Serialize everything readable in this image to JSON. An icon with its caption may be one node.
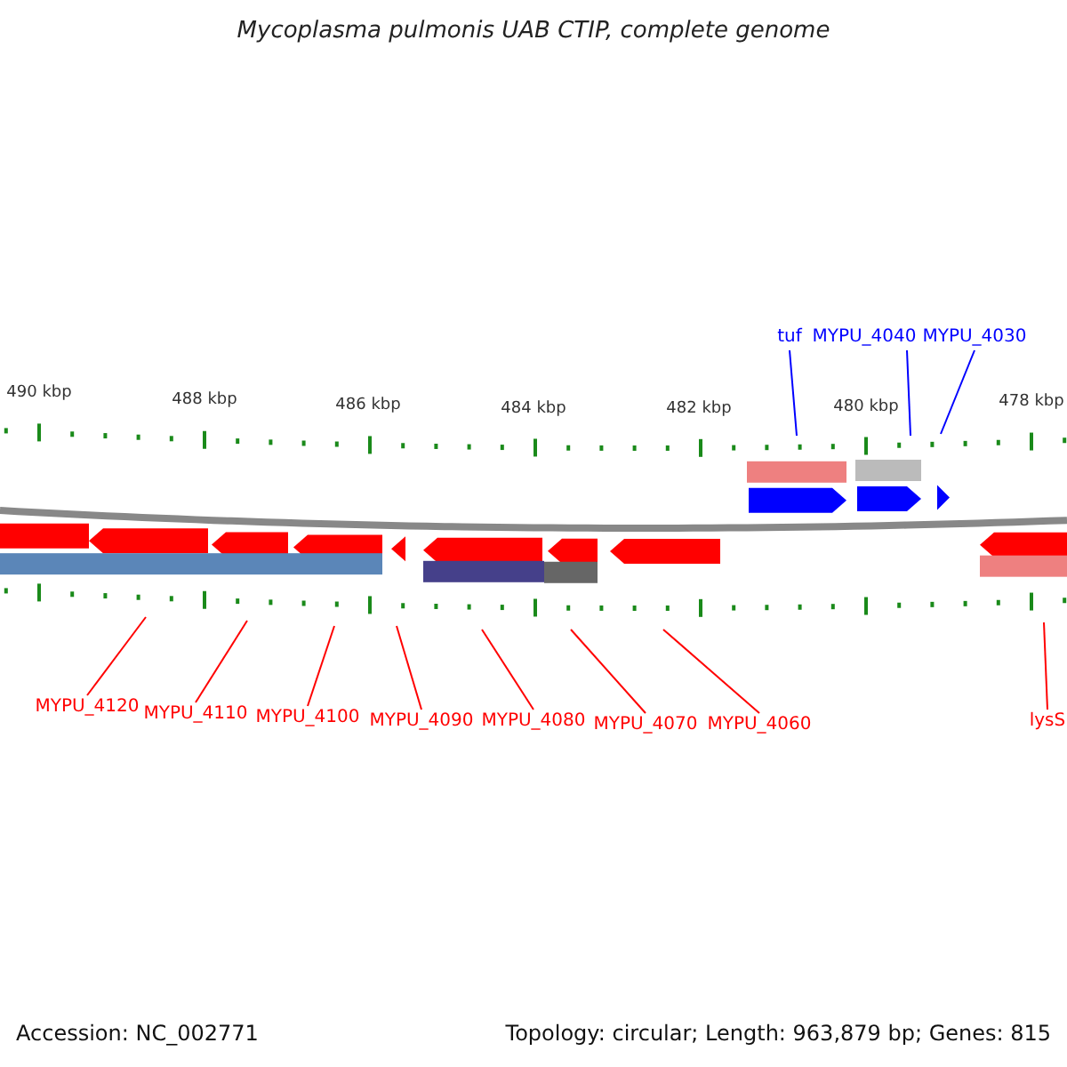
{
  "diagram": {
    "title": "Mycoplasma pulmonis UAB CTIP, complete genome",
    "nodes": [
      {
        "text": [
          "tuf"
        ]
      },
      {
        "text": [
          "MYPU_4040"
        ]
      },
      {
        "text": [
          "MYPU_4030"
        ]
      },
      {
        "text": [
          "MYPU_4120"
        ]
      },
      {
        "text": [
          "MYPU_4110"
        ]
      },
      {
        "text": [
          "MYPU_4100"
        ]
      },
      {
        "text": [
          "MYPU_4090"
        ]
      },
      {
        "text": [
          "MYPU_4080"
        ]
      },
      {
        "text": [
          "MYPU_4070"
        ]
      },
      {
        "text": [
          "MYPU_4060"
        ]
      },
      {
        "text": [
          "lysS"
        ]
      }
    ],
    "edges": [
      {
        "from": 0,
        "to": null,
        "arrow": "none",
        "color": "#0000ff"
      },
      {
        "from": 1,
        "to": null,
        "arrow": "none",
        "color": "#0000ff"
      },
      {
        "from": 2,
        "to": null,
        "arrow": "none",
        "color": "#0000ff"
      },
      {
        "from": 3,
        "to": null,
        "arrow": "none"
      },
      {
        "from": 4,
        "to": null,
        "arrow": "none"
      },
      {
        "from": 5,
        "to": null,
        "arrow": "none"
      },
      {
        "from": 6,
        "to": null,
        "arrow": "none"
      },
      {
        "from": 7,
        "to": null,
        "arrow": "none"
      },
      {
        "from": 8,
        "to": null,
        "arrow": "none"
      },
      {
        "from": 9,
        "to": null,
        "arrow": "none"
      },
      {
        "from": 10,
        "to": null,
        "arrow": "none"
      }
    ],
    "labels": [
      "490 kbp",
      "488 kbp",
      "486 kbp",
      "484 kbp",
      "482 kbp",
      "480 kbp",
      "478 kbp",
      "Accession: NC_002771",
      "Topology: circular; Length: 963,879 bp; Genes: 815"
    ]
  }
}
